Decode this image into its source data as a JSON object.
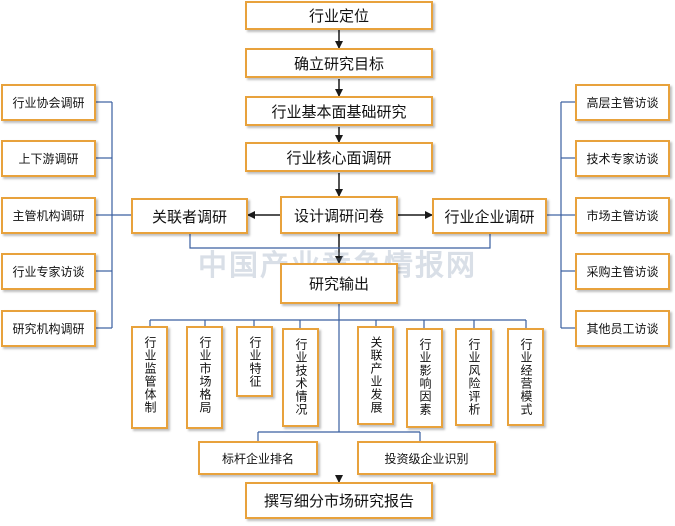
{
  "center": {
    "positioning": "行业定位",
    "objective": "确立研究目标",
    "basic_research": "行业基本面基础研究",
    "core_research": "行业核心面调研",
    "questionnaire": "设计调研问卷",
    "output": "研究输出",
    "final_report": "撰写细分市场研究报告"
  },
  "left_hub": "关联者调研",
  "right_hub": "行业企业调研",
  "left_items": [
    "行业协会调研",
    "上下游调研",
    "主管机构调研",
    "行业专家访谈",
    "研究机构调研"
  ],
  "right_items": [
    "高层主管访谈",
    "技术专家访谈",
    "市场主管访谈",
    "采购主管访谈",
    "其他员工访谈"
  ],
  "output_items": [
    "行业监管体制",
    "行业市场格局",
    "行业特征",
    "行业技术情况",
    "关联产业发展",
    "行业影响因素",
    "行业风险评析",
    "行业经营模式"
  ],
  "bottom_items": [
    "标杆企业排名",
    "投资级企业识别"
  ],
  "watermark": "中国产业竞争情报网",
  "colors": {
    "box_border": "#e8a23c",
    "connector": "#3a5fa0",
    "arrow": "#1a1a1a"
  }
}
